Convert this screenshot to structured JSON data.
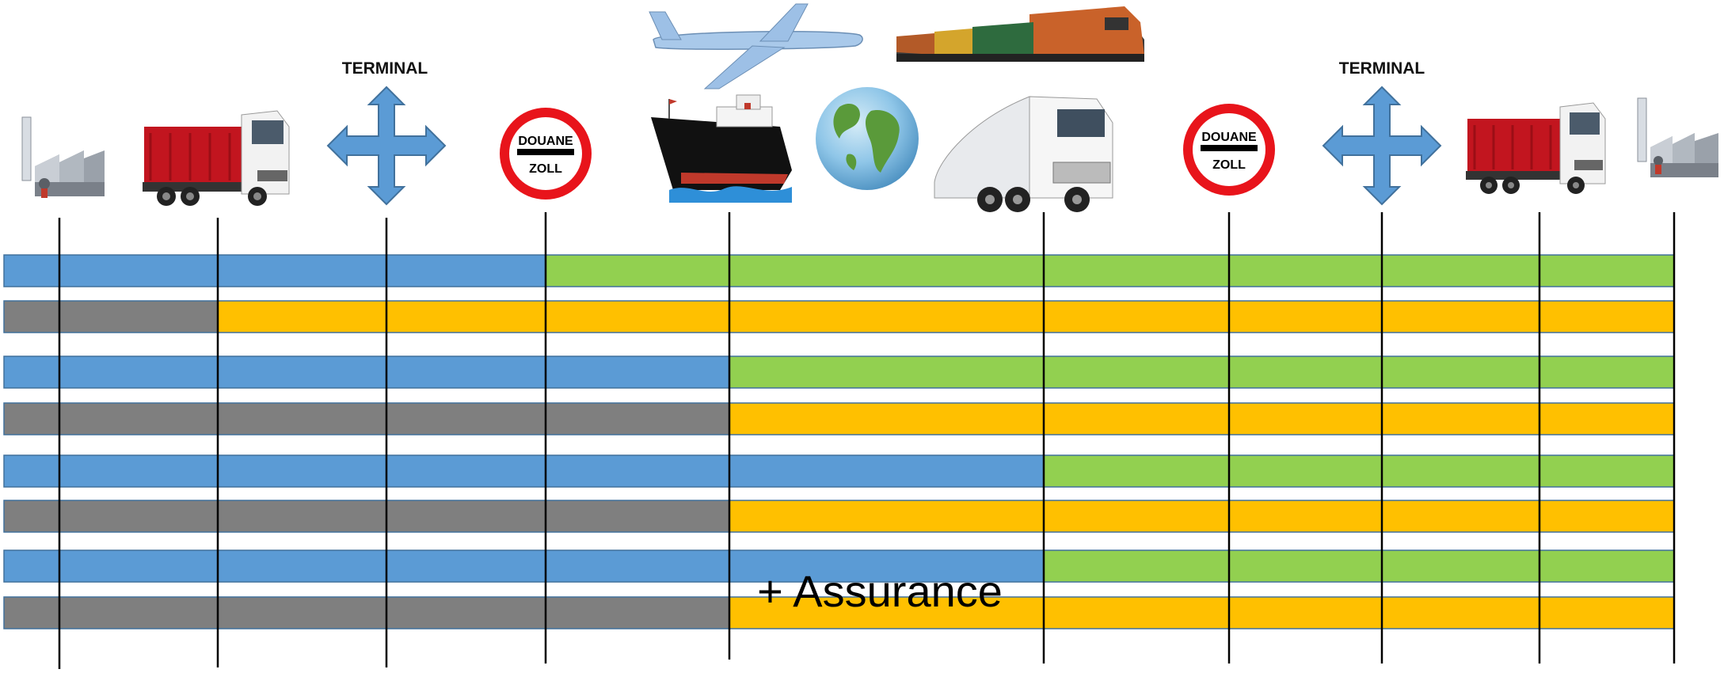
{
  "header": {
    "terminal_left": "TERMINAL",
    "terminal_right": "TERMINAL",
    "customs_left": {
      "line1": "DOUANE",
      "line2": "ZOLL"
    },
    "customs_right": {
      "line1": "DOUANE",
      "line2": "ZOLL"
    }
  },
  "icons": [
    "factory-icon-left",
    "truck-icon-left",
    "terminal-arrows-icon-left",
    "customs-sign-icon-left",
    "ship-icon",
    "airplane-icon",
    "globe-icon",
    "train-icon",
    "lorry-icon",
    "customs-sign-icon-right",
    "terminal-arrows-icon-right",
    "truck-icon-right",
    "factory-icon-right"
  ],
  "colors": {
    "blue": "#5b9bd5",
    "green": "#92d050",
    "grey": "#7f7f7f",
    "orange": "#ffc000",
    "outline": "#41719c",
    "divider": "#000000",
    "sign_red": "#e8141b"
  },
  "rows": [
    {
      "name": "row-1",
      "segments": [
        {
          "color": "blue",
          "from": 0,
          "to": 4
        },
        {
          "color": "green",
          "from": 4,
          "to": 11
        }
      ]
    },
    {
      "name": "row-2",
      "segments": [
        {
          "color": "grey",
          "from": 0,
          "to": 2
        },
        {
          "color": "orange",
          "from": 2,
          "to": 11
        }
      ]
    },
    {
      "name": "row-3",
      "segments": [
        {
          "color": "blue",
          "from": 0,
          "to": 5
        },
        {
          "color": "green",
          "from": 5,
          "to": 11
        }
      ]
    },
    {
      "name": "row-4",
      "segments": [
        {
          "color": "grey",
          "from": 0,
          "to": 5
        },
        {
          "color": "orange",
          "from": 5,
          "to": 11
        }
      ]
    },
    {
      "name": "row-5",
      "segments": [
        {
          "color": "blue",
          "from": 0,
          "to": 6
        },
        {
          "color": "green",
          "from": 6,
          "to": 11
        }
      ]
    },
    {
      "name": "row-6",
      "segments": [
        {
          "color": "grey",
          "from": 0,
          "to": 5
        },
        {
          "color": "orange",
          "from": 5,
          "to": 11
        }
      ]
    },
    {
      "name": "row-7",
      "segments": [
        {
          "color": "blue",
          "from": 0,
          "to": 6
        },
        {
          "color": "green",
          "from": 6,
          "to": 11
        }
      ]
    },
    {
      "name": "row-8",
      "segments": [
        {
          "color": "grey",
          "from": 0,
          "to": 5
        },
        {
          "color": "orange",
          "from": 5,
          "to": 11
        }
      ]
    }
  ],
  "annotation": "+ Assurance"
}
